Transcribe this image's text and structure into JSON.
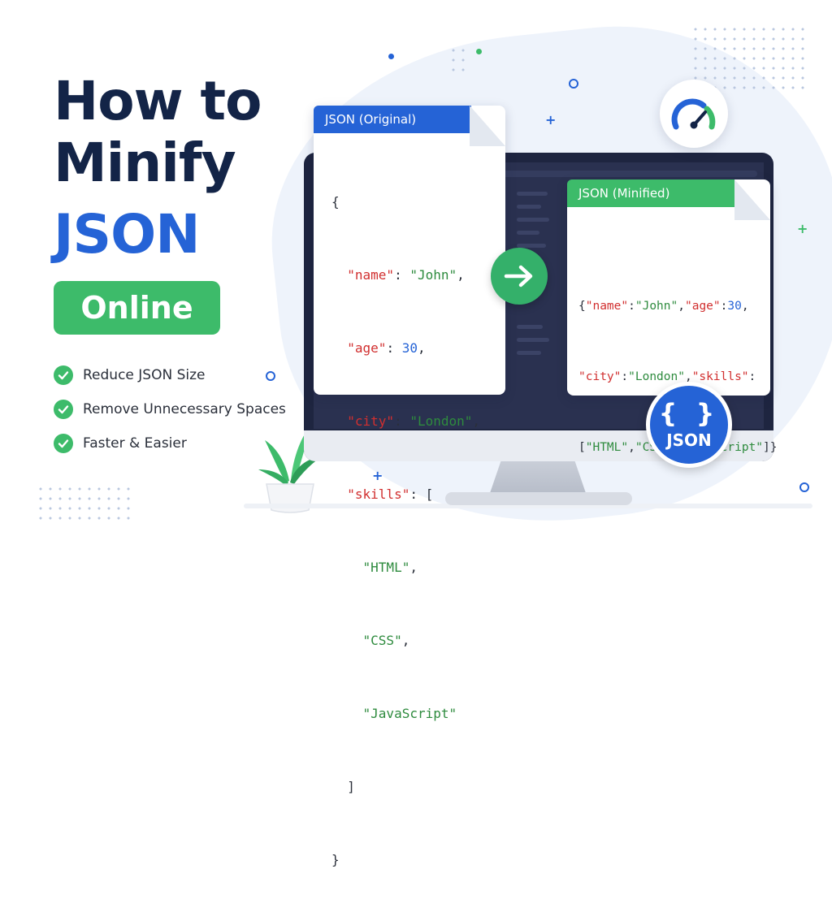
{
  "headline": {
    "line1": "How to",
    "line2": "Minify",
    "line3": "JSON",
    "pill": "Online"
  },
  "features": [
    "Reduce JSON Size",
    "Remove Unnecessary Spaces",
    "Faster & Easier"
  ],
  "original_card": {
    "tab": "JSON (Original)",
    "code_lines": [
      "{",
      "  \"name\": \"John\",",
      "  \"age\": 30,",
      "  \"city\": \"London\",",
      "  \"skills\": [",
      "    \"HTML\",",
      "    \"CSS\",",
      "    \"JavaScript\"",
      "  ]",
      "}"
    ]
  },
  "minified_card": {
    "tab": "JSON (Minified)",
    "code_lines": [
      "{\"name\":\"John\",\"age\":30,",
      "\"city\":\"London\",\"skills\":",
      "[\"HTML\",\"CSS\",\"JavaScript\"]}"
    ]
  },
  "badge": {
    "braces": "{ }",
    "label": "JSON"
  },
  "icons": {
    "arrow": "arrow-right-icon",
    "gauge": "speedometer-icon",
    "plant": "potted-plant-icon",
    "check": "check-circle-icon"
  },
  "colors": {
    "navy": "#132447",
    "blue": "#2563d6",
    "green": "#3dbb6a",
    "key_red": "#d12f2f",
    "string_green": "#2e8b3e"
  }
}
